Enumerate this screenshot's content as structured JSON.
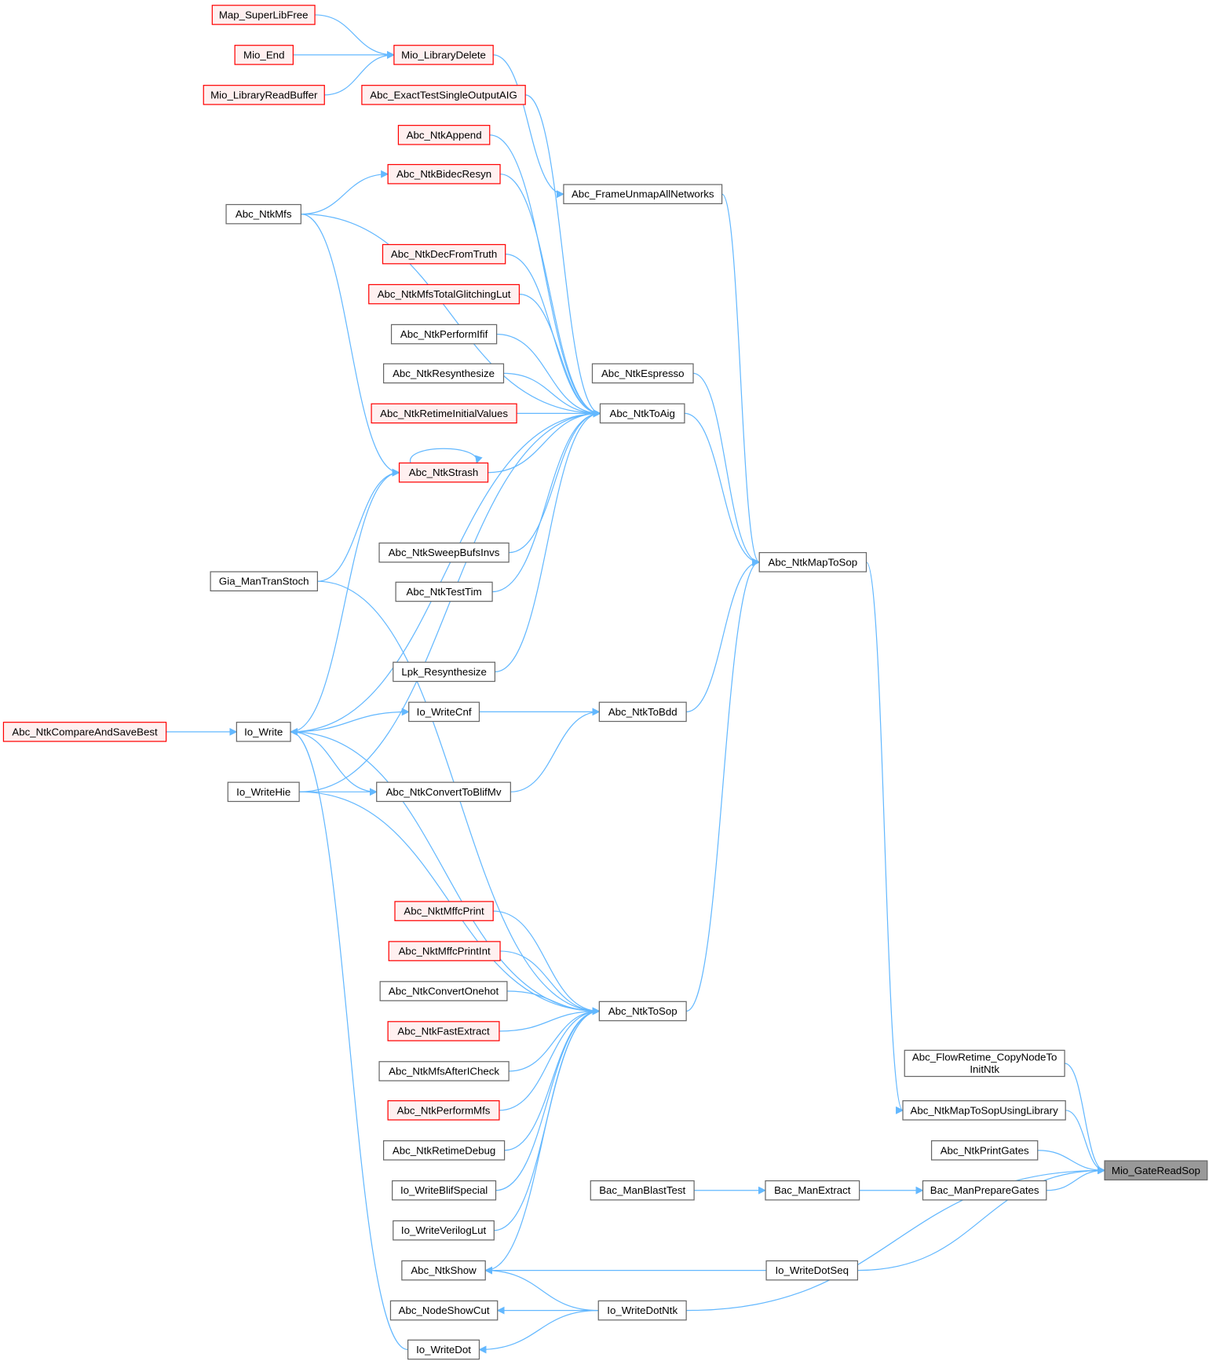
{
  "colors": {
    "edge": "#63b8ff",
    "red_border": "#ff0000",
    "red_fill": "#fff0f0",
    "root_fill": "#999999"
  },
  "nodes": [
    {
      "id": "Map_SuperLibFree",
      "label": "Map_SuperLibFree",
      "style": "red"
    },
    {
      "id": "Mio_End",
      "label": "Mio_End",
      "style": "red"
    },
    {
      "id": "Mio_LibraryDelete",
      "label": "Mio_LibraryDelete",
      "style": "red"
    },
    {
      "id": "Mio_LibraryReadBuffer",
      "label": "Mio_LibraryReadBuffer",
      "style": "red"
    },
    {
      "id": "Abc_ExactTestSingleOutputAIG",
      "label": "Abc_ExactTestSingleOutputAIG",
      "style": "red"
    },
    {
      "id": "Abc_NtkAppend",
      "label": "Abc_NtkAppend",
      "style": "red"
    },
    {
      "id": "Abc_NtkBidecResyn",
      "label": "Abc_NtkBidecResyn",
      "style": "red"
    },
    {
      "id": "Abc_FrameUnmapAllNetworks",
      "label": "Abc_FrameUnmapAllNetworks",
      "style": "plain"
    },
    {
      "id": "Abc_NtkMfs",
      "label": "Abc_NtkMfs",
      "style": "plain"
    },
    {
      "id": "Abc_NtkDecFromTruth",
      "label": "Abc_NtkDecFromTruth",
      "style": "red"
    },
    {
      "id": "Abc_NtkMfsTotalGlitchingLut",
      "label": "Abc_NtkMfsTotalGlitchingLut",
      "style": "red"
    },
    {
      "id": "Abc_NtkPerformIfif",
      "label": "Abc_NtkPerformIfif",
      "style": "plain"
    },
    {
      "id": "Abc_NtkResynthesize",
      "label": "Abc_NtkResynthesize",
      "style": "plain"
    },
    {
      "id": "Abc_NtkEspresso",
      "label": "Abc_NtkEspresso",
      "style": "plain"
    },
    {
      "id": "Abc_NtkRetimeInitialValues",
      "label": "Abc_NtkRetimeInitialValues",
      "style": "red"
    },
    {
      "id": "Abc_NtkToAig",
      "label": "Abc_NtkToAig",
      "style": "plain"
    },
    {
      "id": "Abc_NtkStrash",
      "label": "Abc_NtkStrash",
      "style": "red"
    },
    {
      "id": "Abc_NtkSweepBufsInvs",
      "label": "Abc_NtkSweepBufsInvs",
      "style": "plain"
    },
    {
      "id": "Abc_NtkMapToSop",
      "label": "Abc_NtkMapToSop",
      "style": "plain"
    },
    {
      "id": "Gia_ManTranStoch",
      "label": "Gia_ManTranStoch",
      "style": "plain"
    },
    {
      "id": "Abc_NtkTestTim",
      "label": "Abc_NtkTestTim",
      "style": "plain"
    },
    {
      "id": "Lpk_Resynthesize",
      "label": "Lpk_Resynthesize",
      "style": "plain"
    },
    {
      "id": "Io_WriteCnf",
      "label": "Io_WriteCnf",
      "style": "plain"
    },
    {
      "id": "Abc_NtkToBdd",
      "label": "Abc_NtkToBdd",
      "style": "plain"
    },
    {
      "id": "Abc_NtkCompareAndSaveBest",
      "label": "Abc_NtkCompareAndSaveBest",
      "style": "red"
    },
    {
      "id": "Io_Write",
      "label": "Io_Write",
      "style": "plain"
    },
    {
      "id": "Io_WriteHie",
      "label": "Io_WriteHie",
      "style": "plain"
    },
    {
      "id": "Abc_NtkConvertToBlifMv",
      "label": "Abc_NtkConvertToBlifMv",
      "style": "plain"
    },
    {
      "id": "Abc_NktMffcPrint",
      "label": "Abc_NktMffcPrint",
      "style": "red"
    },
    {
      "id": "Abc_NktMffcPrintInt",
      "label": "Abc_NktMffcPrintInt",
      "style": "red"
    },
    {
      "id": "Abc_NtkConvertOnehot",
      "label": "Abc_NtkConvertOnehot",
      "style": "plain"
    },
    {
      "id": "Abc_NtkToSop",
      "label": "Abc_NtkToSop",
      "style": "plain"
    },
    {
      "id": "Abc_NtkFastExtract",
      "label": "Abc_NtkFastExtract",
      "style": "red"
    },
    {
      "id": "Abc_NtkMfsAfterICheck",
      "label": "Abc_NtkMfsAfterICheck",
      "style": "plain"
    },
    {
      "id": "Abc_FlowRetime_CopyNodeToInitNtk",
      "label": "Abc_FlowRetime_CopyNodeTo",
      "label2": "InitNtk",
      "style": "plain"
    },
    {
      "id": "Abc_NtkPerformMfs",
      "label": "Abc_NtkPerformMfs",
      "style": "red"
    },
    {
      "id": "Abc_NtkMapToSopUsingLibrary",
      "label": "Abc_NtkMapToSopUsingLibrary",
      "style": "plain"
    },
    {
      "id": "Abc_NtkRetimeDebug",
      "label": "Abc_NtkRetimeDebug",
      "style": "plain"
    },
    {
      "id": "Abc_NtkPrintGates",
      "label": "Abc_NtkPrintGates",
      "style": "plain"
    },
    {
      "id": "Mio_GateReadSop",
      "label": "Mio_GateReadSop",
      "style": "root"
    },
    {
      "id": "Bac_ManBlastTest",
      "label": "Bac_ManBlastTest",
      "style": "plain"
    },
    {
      "id": "Bac_ManExtract",
      "label": "Bac_ManExtract",
      "style": "plain"
    },
    {
      "id": "Bac_ManPrepareGates",
      "label": "Bac_ManPrepareGates",
      "style": "plain"
    },
    {
      "id": "Io_WriteBlifSpecial",
      "label": "Io_WriteBlifSpecial",
      "style": "plain"
    },
    {
      "id": "Io_WriteVerilogLut",
      "label": "Io_WriteVerilogLut",
      "style": "plain"
    },
    {
      "id": "Abc_NtkShow",
      "label": "Abc_NtkShow",
      "style": "plain"
    },
    {
      "id": "Io_WriteDotSeq",
      "label": "Io_WriteDotSeq",
      "style": "plain"
    },
    {
      "id": "Abc_NodeShowCut",
      "label": "Abc_NodeShowCut",
      "style": "plain"
    },
    {
      "id": "Io_WriteDotNtk",
      "label": "Io_WriteDotNtk",
      "style": "plain"
    },
    {
      "id": "Io_WriteDot",
      "label": "Io_WriteDot",
      "style": "plain"
    }
  ],
  "edges": [
    [
      "Map_SuperLibFree",
      "Mio_LibraryDelete"
    ],
    [
      "Mio_End",
      "Mio_LibraryDelete"
    ],
    [
      "Mio_LibraryReadBuffer",
      "Mio_LibraryDelete"
    ],
    [
      "Mio_LibraryDelete",
      "Abc_FrameUnmapAllNetworks"
    ],
    [
      "Abc_FrameUnmapAllNetworks",
      "Abc_NtkMapToSop"
    ],
    [
      "Abc_NtkEspresso",
      "Abc_NtkMapToSop"
    ],
    [
      "Abc_NtkToAig",
      "Abc_NtkMapToSop"
    ],
    [
      "Abc_NtkToBdd",
      "Abc_NtkMapToSop"
    ],
    [
      "Abc_NtkToSop",
      "Abc_NtkMapToSop"
    ],
    [
      "Abc_NtkMapToSop",
      "Abc_NtkMapToSopUsingLibrary"
    ],
    [
      "Abc_FlowRetime_CopyNodeToInitNtk",
      "Mio_GateReadSop"
    ],
    [
      "Abc_NtkMapToSopUsingLibrary",
      "Mio_GateReadSop"
    ],
    [
      "Abc_NtkPrintGates",
      "Mio_GateReadSop"
    ],
    [
      "Bac_ManPrepareGates",
      "Mio_GateReadSop"
    ],
    [
      "Io_WriteDotNtk",
      "Mio_GateReadSop"
    ],
    [
      "Io_WriteDotSeq",
      "Mio_GateReadSop"
    ],
    [
      "Bac_ManExtract",
      "Bac_ManPrepareGates"
    ],
    [
      "Bac_ManBlastTest",
      "Bac_ManExtract"
    ],
    [
      "Abc_ExactTestSingleOutputAIG",
      "Abc_NtkToAig"
    ],
    [
      "Abc_NtkAppend",
      "Abc_NtkToAig"
    ],
    [
      "Abc_NtkBidecResyn",
      "Abc_NtkToAig"
    ],
    [
      "Abc_NtkMfs",
      "Abc_NtkToAig"
    ],
    [
      "Abc_NtkDecFromTruth",
      "Abc_NtkToAig"
    ],
    [
      "Abc_NtkMfsTotalGlitchingLut",
      "Abc_NtkToAig"
    ],
    [
      "Abc_NtkPerformIfif",
      "Abc_NtkToAig"
    ],
    [
      "Abc_NtkResynthesize",
      "Abc_NtkToAig"
    ],
    [
      "Abc_NtkRetimeInitialValues",
      "Abc_NtkToAig"
    ],
    [
      "Abc_NtkStrash",
      "Abc_NtkToAig"
    ],
    [
      "Abc_NtkSweepBufsInvs",
      "Abc_NtkToAig"
    ],
    [
      "Abc_NtkTestTim",
      "Abc_NtkToAig"
    ],
    [
      "Lpk_Resynthesize",
      "Abc_NtkToAig"
    ],
    [
      "Io_Write",
      "Abc_NtkToAig"
    ],
    [
      "Io_WriteHie",
      "Abc_NtkToAig"
    ],
    [
      "Abc_NtkMfs",
      "Abc_NtkBidecResyn"
    ],
    [
      "Abc_NtkMfs",
      "Abc_NtkStrash"
    ],
    [
      "Gia_ManTranStoch",
      "Abc_NtkStrash"
    ],
    [
      "Io_Write",
      "Abc_NtkStrash"
    ],
    [
      "Gia_ManTranStoch",
      "Abc_NtkToSop"
    ],
    [
      "Io_WriteCnf",
      "Abc_NtkToBdd"
    ],
    [
      "Abc_NtkConvertToBlifMv",
      "Abc_NtkToBdd"
    ],
    [
      "Abc_NtkCompareAndSaveBest",
      "Io_Write"
    ],
    [
      "Io_Write",
      "Io_WriteCnf"
    ],
    [
      "Io_Write",
      "Abc_NtkConvertToBlifMv"
    ],
    [
      "Io_WriteHie",
      "Abc_NtkConvertToBlifMv"
    ],
    [
      "Io_Write",
      "Abc_NtkToSop"
    ],
    [
      "Io_WriteHie",
      "Abc_NtkToSop"
    ],
    [
      "Io_WriteDot",
      "Io_Write"
    ],
    [
      "Abc_NktMffcPrint",
      "Abc_NtkToSop"
    ],
    [
      "Abc_NktMffcPrintInt",
      "Abc_NtkToSop"
    ],
    [
      "Abc_NtkConvertOnehot",
      "Abc_NtkToSop"
    ],
    [
      "Abc_NtkFastExtract",
      "Abc_NtkToSop"
    ],
    [
      "Abc_NtkMfsAfterICheck",
      "Abc_NtkToSop"
    ],
    [
      "Abc_NtkPerformMfs",
      "Abc_NtkToSop"
    ],
    [
      "Abc_NtkRetimeDebug",
      "Abc_NtkToSop"
    ],
    [
      "Io_WriteBlifSpecial",
      "Abc_NtkToSop"
    ],
    [
      "Io_WriteVerilogLut",
      "Abc_NtkToSop"
    ],
    [
      "Abc_NtkShow",
      "Abc_NtkToSop"
    ],
    [
      "Io_WriteDotNtk",
      "Abc_NtkShow"
    ],
    [
      "Io_WriteDotNtk",
      "Abc_NodeShowCut"
    ],
    [
      "Io_WriteDotNtk",
      "Io_WriteDot"
    ],
    [
      "Io_WriteDotSeq",
      "Abc_NtkShow"
    ],
    [
      "Abc_NtkStrash",
      "Abc_NtkStrash"
    ]
  ]
}
